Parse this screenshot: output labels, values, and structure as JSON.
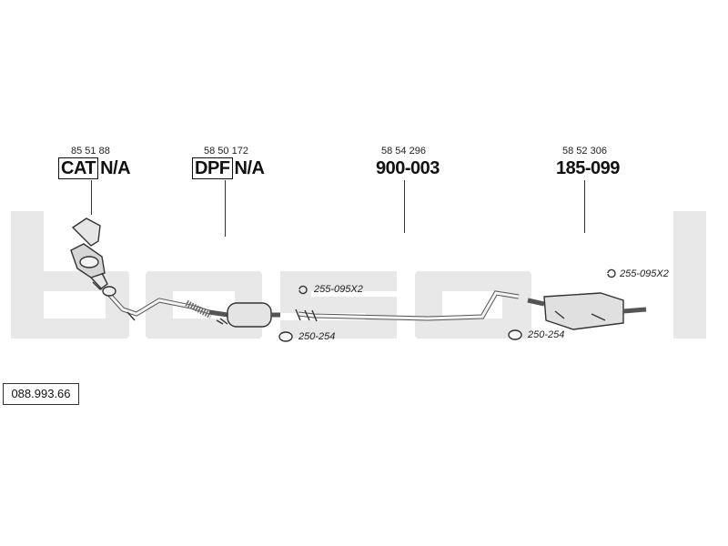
{
  "watermark": {
    "brand": "bosal",
    "color": "#e9e9e9"
  },
  "parts": [
    {
      "oem": "85 51 88",
      "boxed": "CAT",
      "code": "N/A"
    },
    {
      "oem": "58 50 172",
      "boxed": "DPF",
      "code": "N/A"
    },
    {
      "oem": "58 54 296",
      "boxed": "",
      "code": "900-003"
    },
    {
      "oem": "58 52 306",
      "boxed": "",
      "code": "185-099"
    }
  ],
  "fitting_refs": {
    "clamp_front": "255-095X2",
    "ring_front": "250-254",
    "clamp_rear": "255-095X2",
    "ring_rear": "250-254"
  },
  "diagram_number": "088.993.66"
}
